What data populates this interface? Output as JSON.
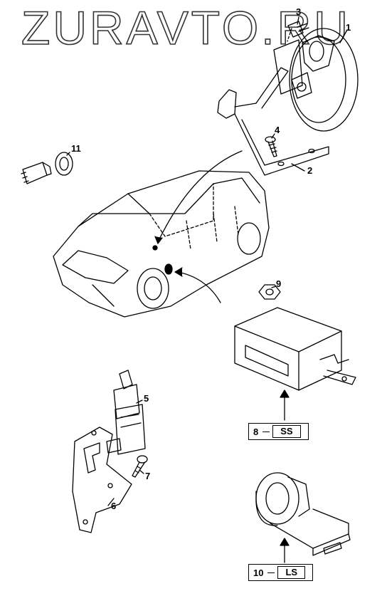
{
  "watermark": {
    "text": "ZURAVTO.RU"
  },
  "callouts": {
    "c1": "1",
    "c2": "2",
    "c3": "3",
    "c4": "4",
    "c5": "5",
    "c6": "6",
    "c7": "7",
    "c9": "9",
    "c11": "11"
  },
  "modules": {
    "ss": {
      "number": "8",
      "code": "SS"
    },
    "ls": {
      "number": "10",
      "code": "LS"
    }
  },
  "colors": {
    "line": "#000000",
    "watermark_outline": "#333333",
    "background": "#ffffff"
  }
}
